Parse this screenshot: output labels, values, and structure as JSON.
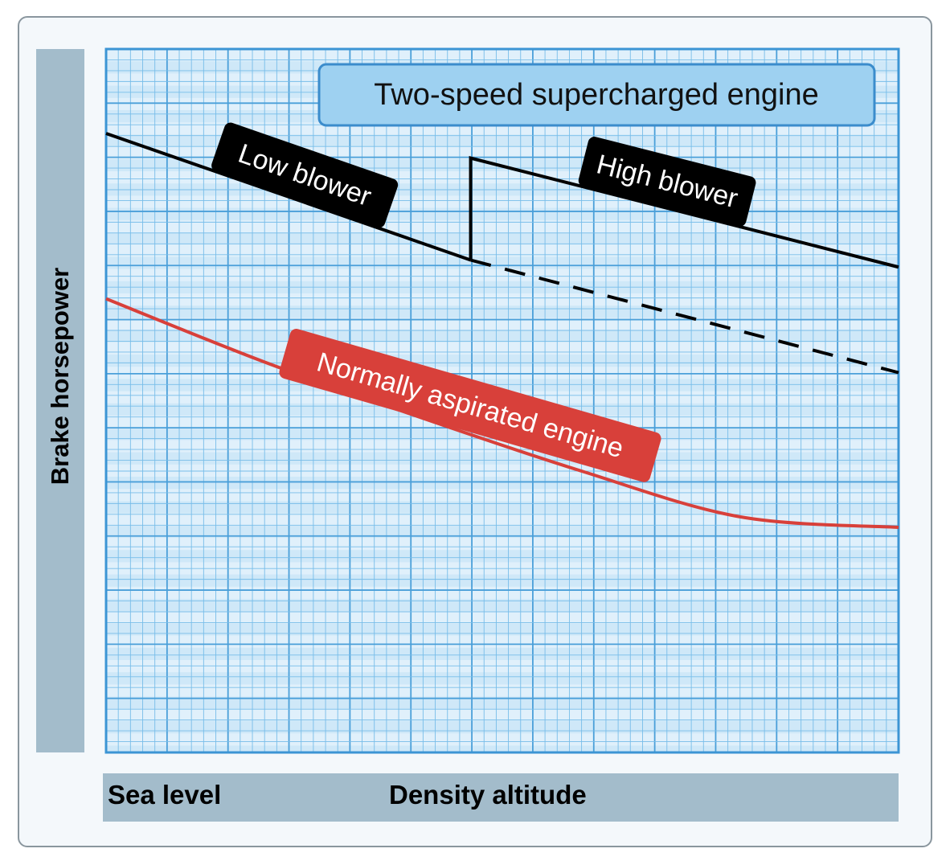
{
  "chart_data": {
    "type": "line",
    "title": "Two-speed supercharged engine",
    "xlabel": "Density altitude",
    "x_start_label": "Sea level",
    "ylabel": "Brake horsepower",
    "xlim": [
      0,
      100
    ],
    "ylim": [
      0,
      100
    ],
    "grid": true,
    "series": [
      {
        "name": "Low blower",
        "style": "solid",
        "color": "#000000",
        "x": [
          0,
          46
        ],
        "y": [
          88,
          70
        ]
      },
      {
        "name": "High blower",
        "style": "solid",
        "color": "#000000",
        "x": [
          46,
          46,
          100
        ],
        "y": [
          70,
          84.5,
          69
        ]
      },
      {
        "name": "",
        "style": "dashed",
        "color": "#000000",
        "x": [
          46,
          100
        ],
        "y": [
          70,
          54
        ]
      },
      {
        "name": "Normally aspirated engine",
        "style": "solid",
        "color": "#d8403a",
        "x": [
          0,
          20,
          40,
          60,
          80,
          100
        ],
        "y": [
          64.5,
          55.5,
          47.5,
          40,
          33.5,
          32
        ]
      }
    ]
  }
}
